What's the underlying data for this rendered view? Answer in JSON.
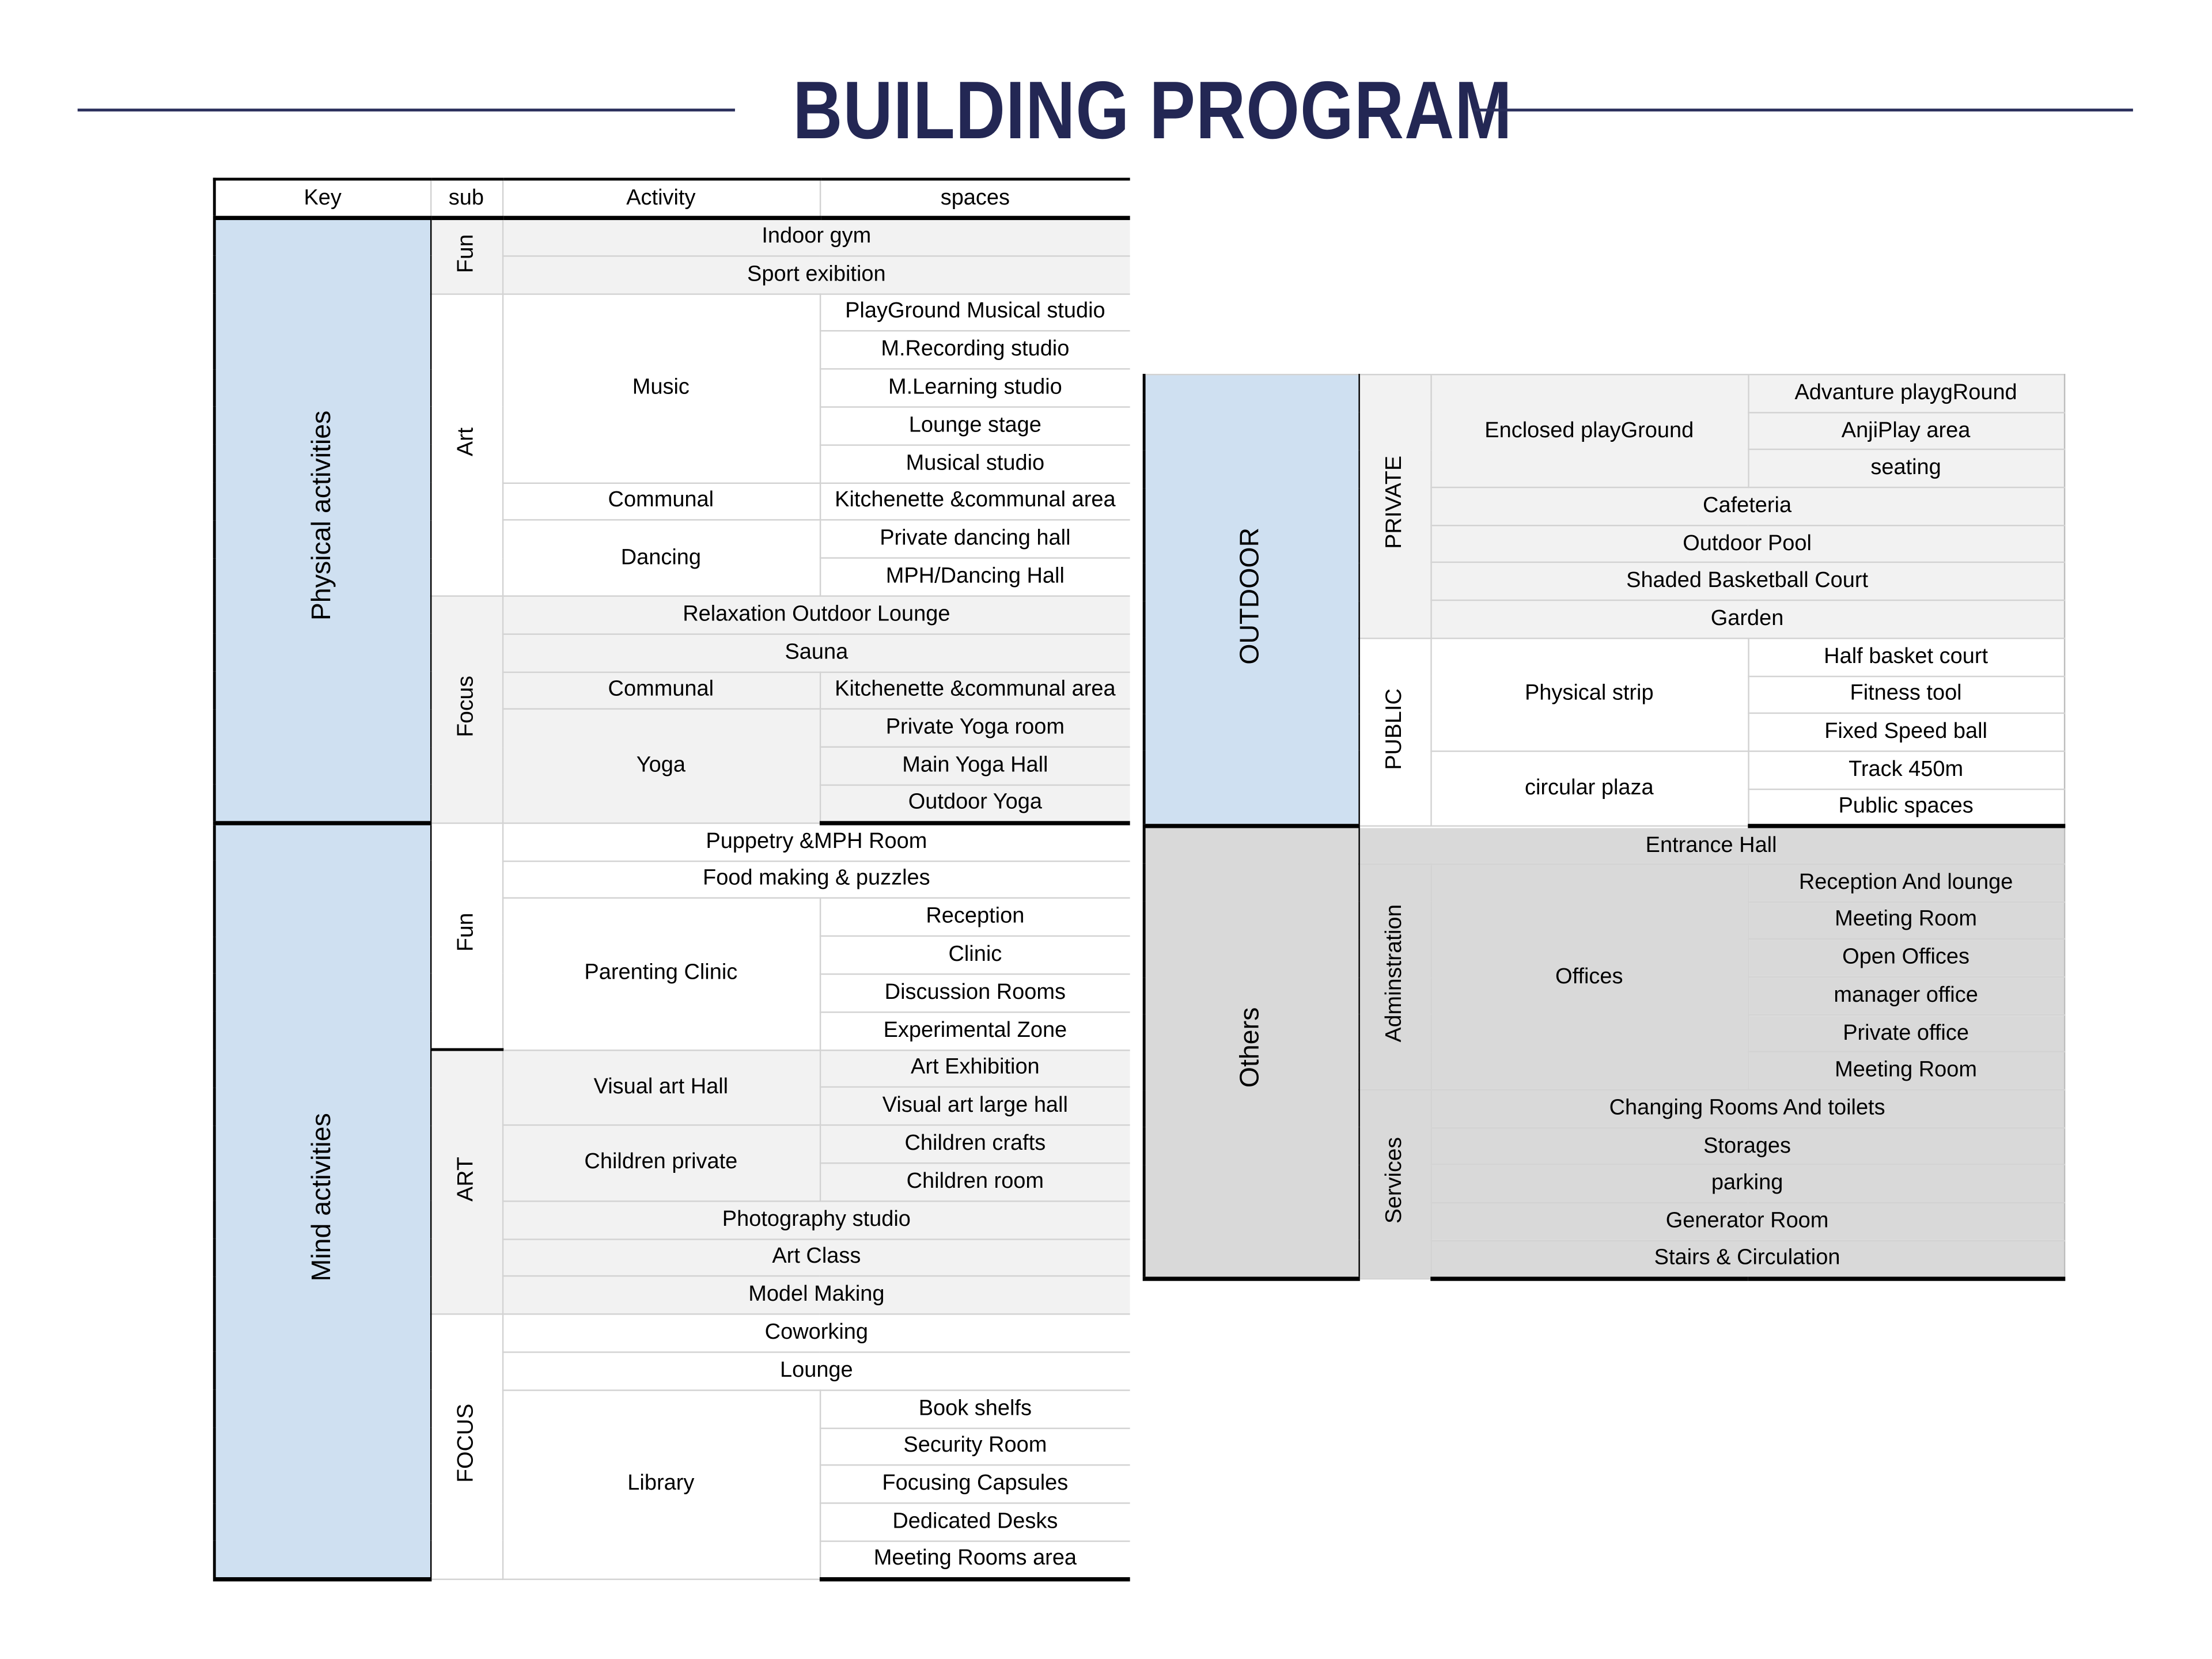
{
  "title": "BUILDING PROGRAM",
  "colors": {
    "title": "#232754",
    "key_blue": "#cfe0f1",
    "light_gray": "#f2f2f2",
    "white": "#ffffff",
    "others_gray": "#d9d9d9"
  },
  "left_table": {
    "headers": {
      "key": "Key",
      "sub": "sub",
      "activity": "Activity",
      "spaces": "spaces"
    },
    "sections": [
      {
        "key": "Physical activities",
        "bg": "#cfe0f1",
        "groups": [
          {
            "sub": "Fun",
            "bg": "#f2f2f2",
            "items": [
              {
                "space": "Indoor gym"
              },
              {
                "space": "Sport exibition"
              }
            ]
          },
          {
            "sub": "Art",
            "bg": "#ffffff",
            "items": [
              {
                "activity": "Music",
                "spaces": [
                  "PlayGround Musical studio",
                  "M.Recording studio",
                  "M.Learning studio",
                  "Lounge stage",
                  "Musical studio"
                ]
              },
              {
                "activity": "Communal",
                "spaces": [
                  "Kitchenette &communal area"
                ]
              },
              {
                "activity": "Dancing",
                "spaces": [
                  "Private dancing hall",
                  "MPH/Dancing Hall"
                ]
              }
            ]
          },
          {
            "sub": "Focus",
            "bg": "#f2f2f2",
            "items": [
              {
                "space": "Relaxation Outdoor Lounge"
              },
              {
                "space": "Sauna"
              },
              {
                "activity": "Communal",
                "spaces": [
                  "Kitchenette &communal area"
                ]
              },
              {
                "activity": "Yoga",
                "spaces": [
                  "Private Yoga room",
                  "Main Yoga Hall",
                  "Outdoor Yoga"
                ]
              }
            ]
          }
        ]
      },
      {
        "key": "Mind activities",
        "bg": "#cfe0f1",
        "groups": [
          {
            "sub": "Fun",
            "bg": "#ffffff",
            "items": [
              {
                "space": "Puppetry &MPH Room"
              },
              {
                "space": "Food making & puzzles"
              },
              {
                "activity": "Parenting Clinic",
                "spaces": [
                  "Reception",
                  "Clinic",
                  "Discussion Rooms",
                  "Experimental Zone"
                ]
              }
            ]
          },
          {
            "sub": "ART",
            "bg": "#f2f2f2",
            "items": [
              {
                "activity": "Visual art Hall",
                "spaces": [
                  "Art Exhibition",
                  "Visual art large hall"
                ]
              },
              {
                "activity": "Children private",
                "spaces": [
                  "Children crafts",
                  "Children room"
                ]
              },
              {
                "space": "Photography studio"
              },
              {
                "space": "Art Class"
              },
              {
                "space": "Model Making"
              }
            ]
          },
          {
            "sub": "FOCUS",
            "bg": "#ffffff",
            "items": [
              {
                "space": "Coworking"
              },
              {
                "space": "Lounge"
              },
              {
                "activity": "Library",
                "spaces": [
                  "Book shelfs",
                  "Security Room",
                  "Focusing Capsules",
                  "Dedicated Desks",
                  "Meeting Rooms area"
                ]
              }
            ]
          }
        ]
      }
    ]
  },
  "right_table": {
    "sections": [
      {
        "key": "OUTDOOR",
        "bg": "#cfe0f1",
        "groups": [
          {
            "sub": "PRIVATE",
            "bg": "#f2f2f2",
            "items": [
              {
                "activity": "Enclosed playGround",
                "spaces": [
                  "Advanture playgRound",
                  "AnjiPlay area",
                  "seating"
                ]
              },
              {
                "space": "Cafeteria"
              },
              {
                "space": "Outdoor Pool"
              },
              {
                "space": "Shaded Basketball Court"
              },
              {
                "space": "Garden"
              }
            ]
          },
          {
            "sub": "PUBLIC",
            "bg": "#ffffff",
            "items": [
              {
                "activity": "Physical strip",
                "spaces": [
                  "Half basket court",
                  "Fitness tool",
                  "Fixed Speed ball"
                ]
              },
              {
                "activity": "circular plaza",
                "spaces": [
                  "Track 450m",
                  "Public spaces"
                ]
              }
            ]
          }
        ]
      },
      {
        "key": "Others",
        "bg": "#d9d9d9",
        "groups": [
          {
            "sub": null,
            "bg": "#d9d9d9",
            "items": [
              {
                "space": "Entrance Hall"
              }
            ]
          },
          {
            "sub": "Adminstration",
            "bg": "#d9d9d9",
            "items": [
              {
                "activity": "Offices",
                "spaces": [
                  "Reception And lounge",
                  "Meeting Room",
                  "Open Offices",
                  "manager office",
                  "Private office",
                  "Meeting Room"
                ]
              }
            ]
          },
          {
            "sub": "Services",
            "bg": "#d9d9d9",
            "items": [
              {
                "space": "Changing Rooms And toilets"
              },
              {
                "space": "Storages"
              },
              {
                "space": "parking"
              },
              {
                "space": "Generator Room"
              },
              {
                "space": "Stairs & Circulation"
              }
            ]
          }
        ]
      }
    ]
  }
}
